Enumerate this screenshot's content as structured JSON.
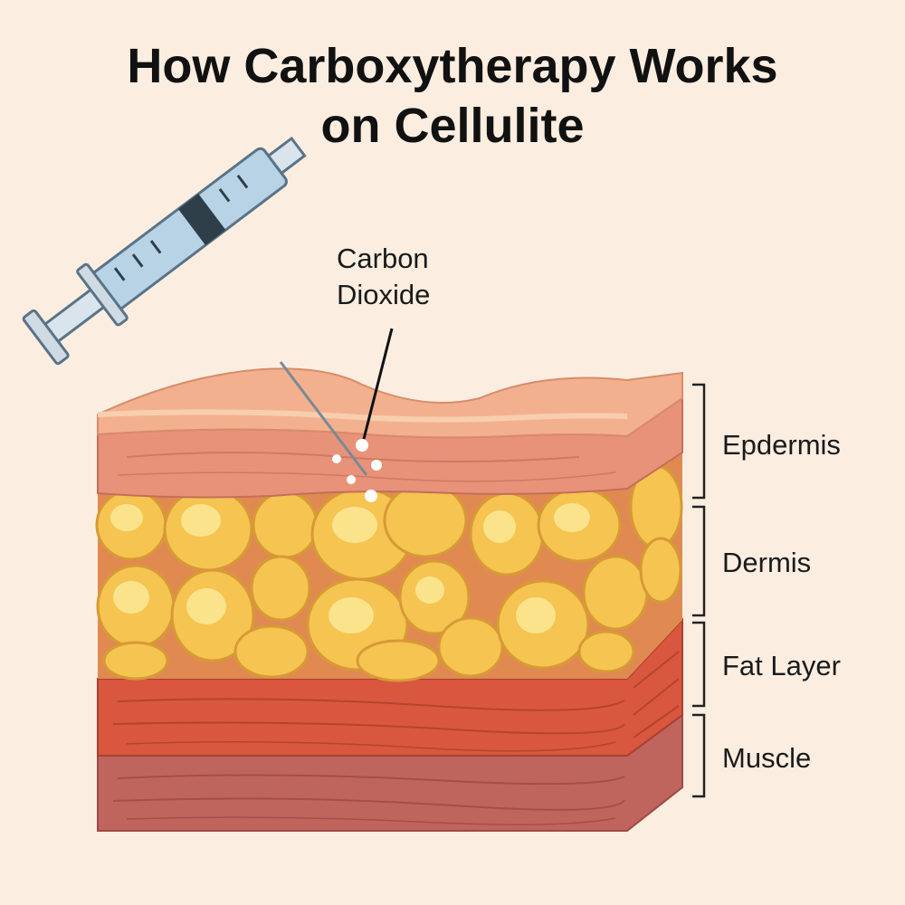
{
  "title": {
    "line1": "How Carboxytherapy Works",
    "line2": "on Cellulite"
  },
  "callout": {
    "line1": "Carbon",
    "line2": "Dioxide"
  },
  "layers": [
    {
      "label": "Epdermis"
    },
    {
      "label": "Dermis"
    },
    {
      "label": "Fat Layer"
    },
    {
      "label": "Muscle"
    }
  ],
  "colors": {
    "background": "#fbeee1",
    "epidermis": "#f3b08f",
    "dermis": "#e9927a",
    "fat": "#f5c451",
    "fat_border": "#d79a35",
    "muscle": "#d9573e",
    "deep_muscle": "#c0645e",
    "syringe_barrel": "#b9d3e6",
    "syringe_plunger": "#2f3f4a"
  },
  "icons": {
    "syringe": "syringe-icon",
    "bubbles": "co2-bubbles-icon"
  }
}
